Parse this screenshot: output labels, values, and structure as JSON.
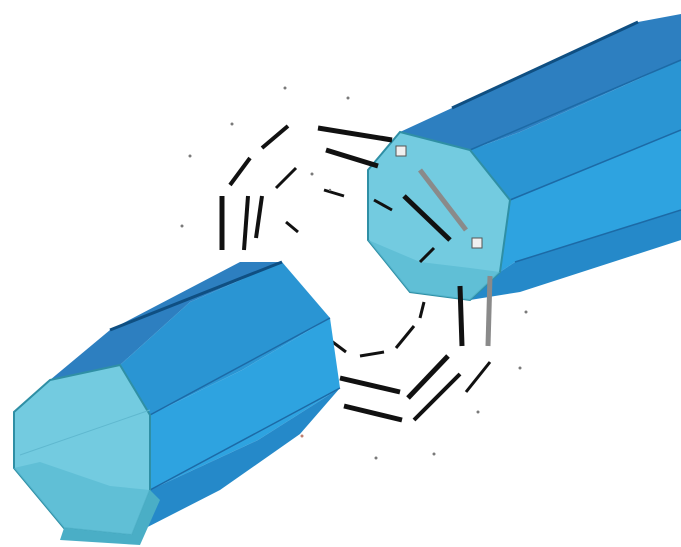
{
  "diagram": {
    "colors": {
      "background": "#ffffff",
      "prism_side_light": "#2ea3e0",
      "prism_side_mid": "#2a95d3",
      "prism_side_dark": "#1f79b8",
      "prism_top": "#2d7fc0",
      "prism_edge": "#0f4f82",
      "end_face": "#73cbe0",
      "end_face_shade": "#5bbbd3",
      "end_face_edge": "#2f8fa5",
      "lower_rim": "#4aaec6",
      "ring_segment": "#111111",
      "ring_segment_grey": "#8a8a8a",
      "debris": "#7a7a7a"
    },
    "parts": [
      {
        "id": "prism-lower-left",
        "shape": "octagonal-prism"
      },
      {
        "id": "prism-upper-right",
        "shape": "octagonal-prism"
      },
      {
        "id": "exploded-ring-outer",
        "shape": "octagon-segments"
      },
      {
        "id": "exploded-ring-inner",
        "shape": "octagon-segments"
      }
    ]
  }
}
